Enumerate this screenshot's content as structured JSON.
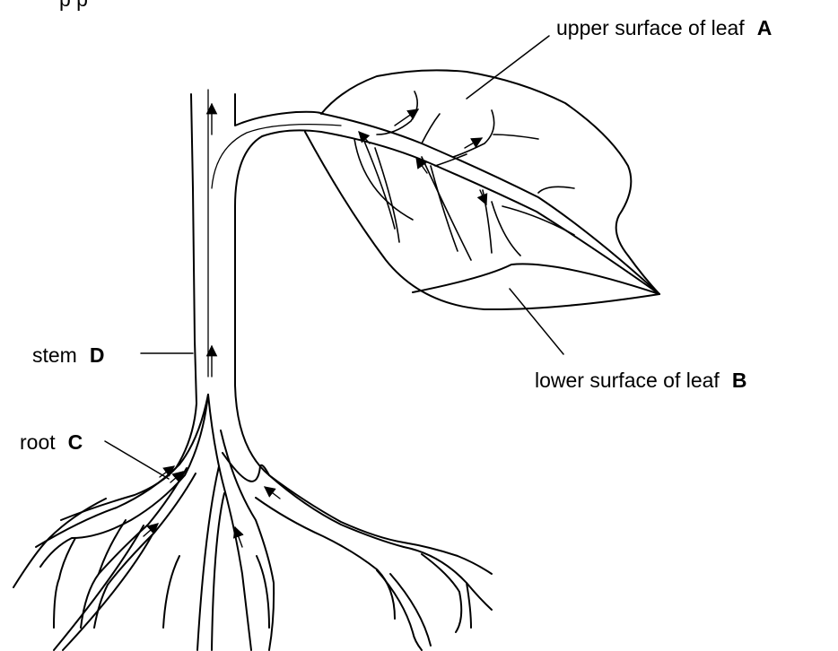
{
  "top_fragment": "p                     p",
  "labels": {
    "a": {
      "text": "upper surface of leaf",
      "letter": "A"
    },
    "b": {
      "text": "lower surface of leaf",
      "letter": "B"
    },
    "c": {
      "text": "root",
      "letter": "C"
    },
    "d": {
      "text": "stem",
      "letter": "D"
    }
  },
  "colors": {
    "ink": "#000000",
    "background": "#ffffff"
  }
}
